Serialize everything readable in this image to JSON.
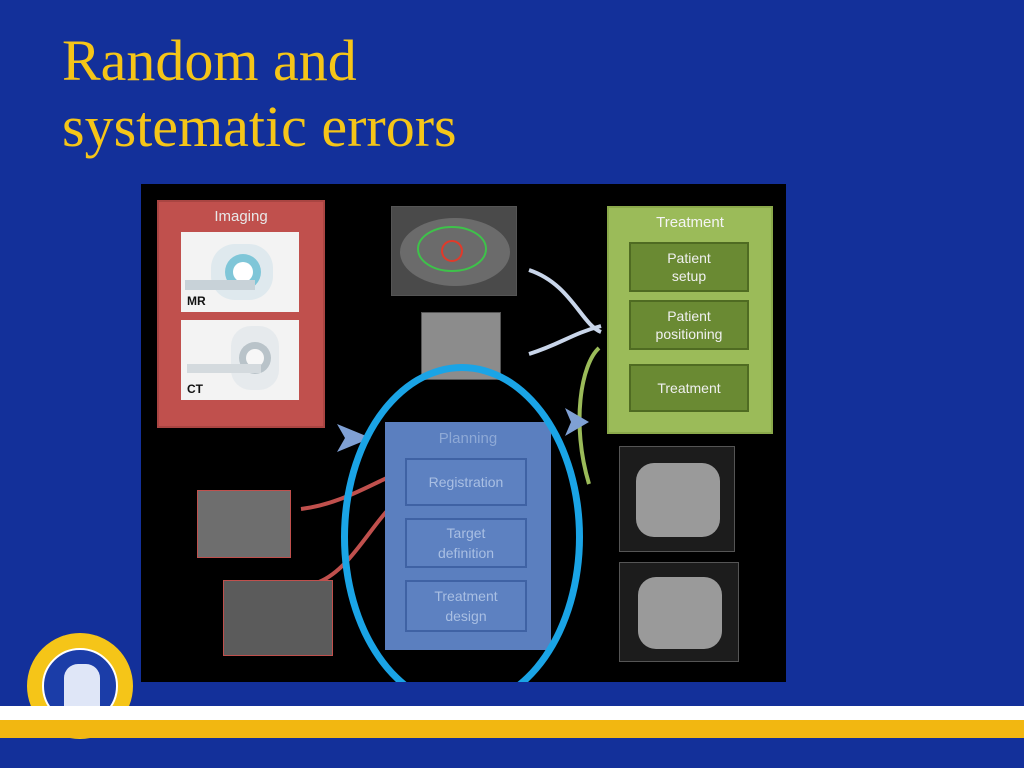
{
  "slide": {
    "title_lines": [
      "Random and",
      "systematic errors"
    ]
  },
  "diagram": {
    "imaging": {
      "label": "Imaging",
      "mr_label": "MR",
      "ct_label": "CT"
    },
    "treatment": {
      "label": "Treatment",
      "items": [
        "Patient\nsetup",
        "Patient\npositioning",
        "Treatment"
      ]
    },
    "planning": {
      "label": "Planning",
      "items": [
        "Registration",
        "Target\ndefinition",
        "Treatment\ndesign"
      ]
    }
  },
  "colors": {
    "background": "#13309a",
    "title": "#f5c518",
    "imaging_panel": "#c0504d",
    "treatment_panel": "#9bbb59",
    "planning_panel": "#5b7fbf",
    "highlight_ellipse": "#1aa4e6",
    "footer_white": "#ffffff",
    "footer_yellow": "#f2b711"
  }
}
